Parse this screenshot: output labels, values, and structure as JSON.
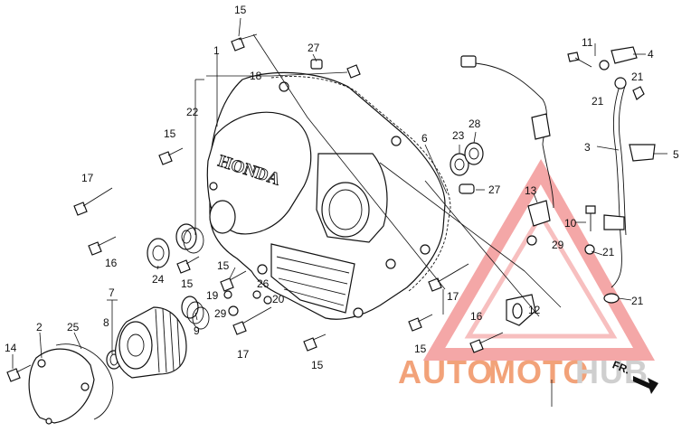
{
  "brand_cast_text": "HONDA",
  "watermark": {
    "text_a": "AUTO",
    "text_b": "MOTO",
    "text_c": "HUB",
    "color_primary": "#f2a279",
    "color_secondary": "#d9d9d9",
    "triangle_color": "#f08a8a"
  },
  "direction_label": "FR.",
  "callouts": {
    "c1": "1",
    "c2": "2",
    "c3": "3",
    "c4": "4",
    "c5": "5",
    "c6": "6",
    "c7": "7",
    "c8": "8",
    "c9": "9",
    "c10": "10",
    "c11": "11",
    "c12": "12",
    "c13": "13",
    "c14": "14",
    "c15a": "15",
    "c15b": "15",
    "c15c": "15",
    "c15d": "15",
    "c15e": "15",
    "c15f": "15",
    "c16a": "16",
    "c16b": "16",
    "c17a": "17",
    "c17b": "17",
    "c17c": "17",
    "c18": "18",
    "c19": "19",
    "c20": "20",
    "c21a": "21",
    "c21b": "21",
    "c21c": "21",
    "c21d": "21",
    "c22": "22",
    "c23": "23",
    "c24": "24",
    "c25": "25",
    "c26": "26",
    "c27a": "27",
    "c27b": "27",
    "c28": "28",
    "c29a": "29",
    "c29b": "29"
  }
}
